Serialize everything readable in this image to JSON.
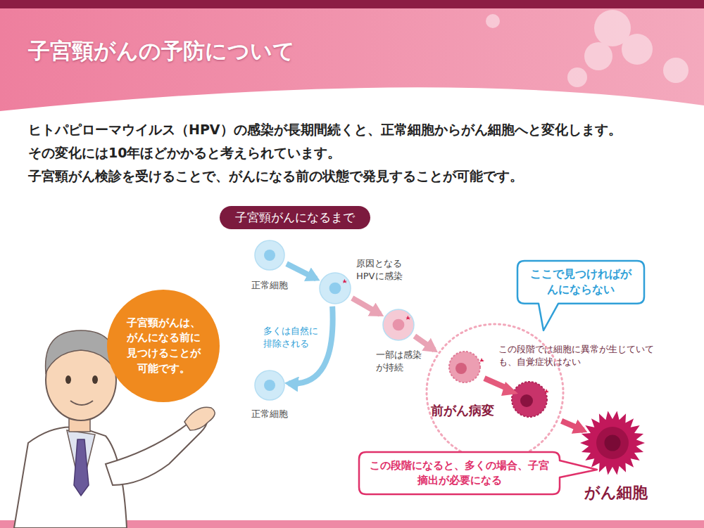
{
  "diagram": {
    "title": "子宮頸がんの予防について",
    "nodes": [
      {
        "text": [
          "子宮頸がんになるまで"
        ]
      },
      {
        "text": [
          "子宮頸がんは、がんになる前に見つけることが可能です。"
        ]
      },
      {
        "text": [
          "正常細胞"
        ]
      },
      {
        "text": [
          "原因となるHPVに感染"
        ]
      },
      {
        "text": [
          "一部は感染が持続"
        ]
      },
      {
        "text": [
          "前がん病変"
        ]
      },
      {
        "text": [
          "がん細胞"
        ]
      },
      {
        "text": [
          "正常細胞"
        ]
      },
      {
        "text": [
          "ここで見つければがんにならない"
        ]
      },
      {
        "text": [
          "この段階になると、多くの場合、子宮摘出が必要になる"
        ]
      }
    ],
    "edges": [
      {
        "from": 2,
        "to": 3,
        "arrow": "to"
      },
      {
        "from": 3,
        "to": 4,
        "arrow": "to"
      },
      {
        "from": 4,
        "to": 5,
        "arrow": "to"
      },
      {
        "from": 5,
        "to": 6,
        "arrow": "to"
      },
      {
        "from": 3,
        "to": 7,
        "label": "多くは自然に排除される",
        "arrow": "to"
      }
    ],
    "labels": [
      "ヒトパピローマウイルス（HPV）の感染が長期間続くと、正常細胞からがん細胞へと変化します。",
      "その変化には10年ほどかかると考えられています。",
      "子宮頸がん検診を受けることで、がんになる前の状態で発見することが可能です。",
      "この段階では細胞に異常が生じていても、自覚症状はない"
    ]
  }
}
